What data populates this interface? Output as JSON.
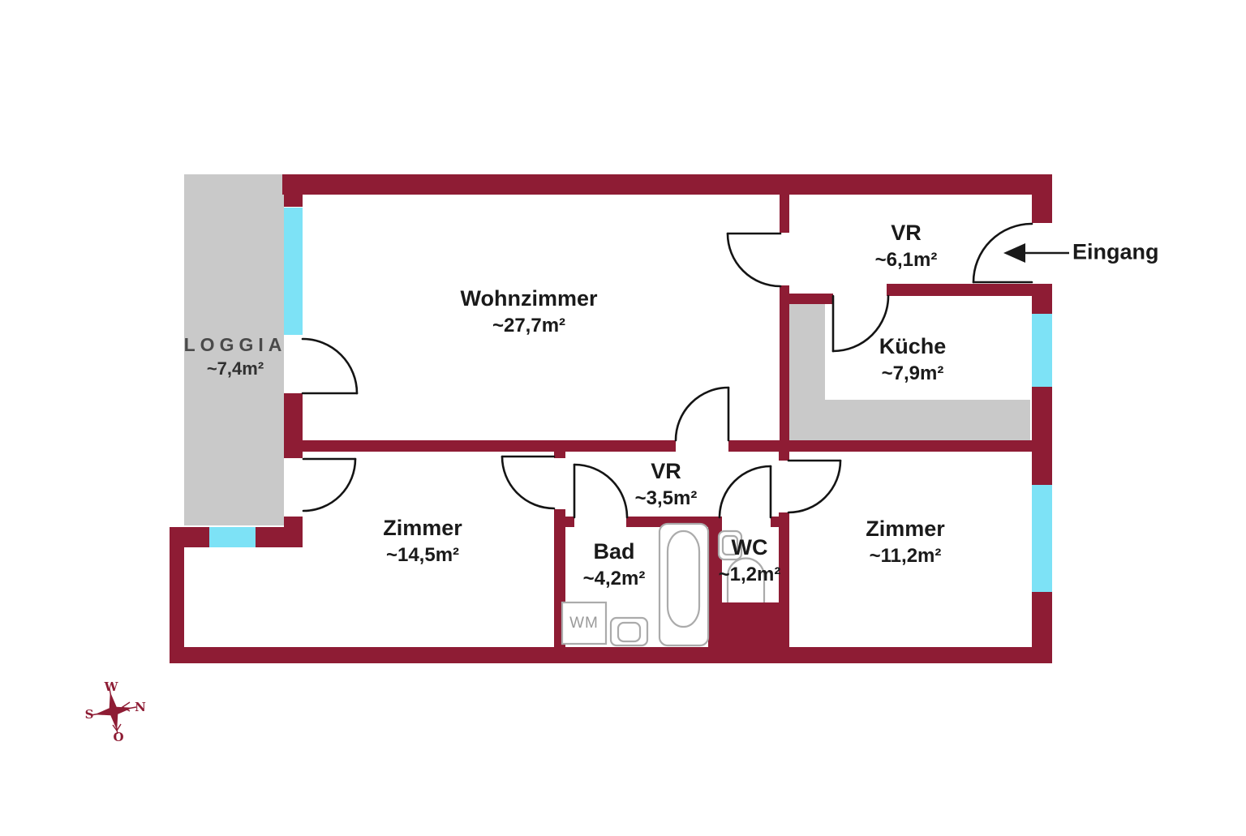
{
  "rooms": {
    "wohnzimmer": {
      "name": "Wohnzimmer",
      "area": "~27,7m²"
    },
    "vr_entry": {
      "name": "VR",
      "area": "~6,1m²"
    },
    "kueche": {
      "name": "Küche",
      "area": "~7,9m²"
    },
    "vr_hall": {
      "name": "VR",
      "area": "~3,5m²"
    },
    "zimmer_west": {
      "name": "Zimmer",
      "area": "~14,5m²"
    },
    "bad": {
      "name": "Bad",
      "area": "~4,2m²"
    },
    "wc": {
      "name": "WC",
      "area": "~1,2m²"
    },
    "zimmer_east": {
      "name": "Zimmer",
      "area": "~11,2m²"
    },
    "loggia": {
      "name": "LOGGIA",
      "area": "~7,4m²"
    }
  },
  "entrance": {
    "label": "Eingang"
  },
  "appliances": {
    "washing_machine": "WM"
  },
  "compass": {
    "top": "W",
    "right": "N",
    "left": "S",
    "bottom": "O"
  },
  "colors": {
    "wall": "#8e1c34",
    "window": "#7de2f6",
    "floor": "#c9c9c9",
    "door": "#141414",
    "fixture": "#ababab",
    "text": "#1a1a1a",
    "label-gray": "#4a4a4a",
    "wm": "#9a9a9a"
  }
}
